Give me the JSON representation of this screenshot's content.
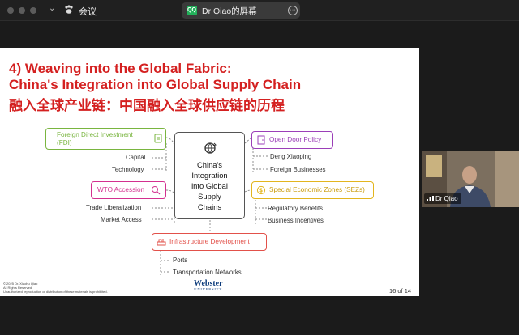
{
  "titlebar": {
    "meeting_label": "会议",
    "share_title": "Dr Qiao的屏幕",
    "share_badge": "QQ",
    "more_icon": "more-horizontal-icon"
  },
  "slide": {
    "title_en_1": "4) Weaving into the Global Fabric:",
    "title_en_2": "China's Integration into Global Supply Chain",
    "title_cn": "融入全球产业链：中国融入全球供应链的历程",
    "center": [
      "China's",
      "Integration",
      "into Global",
      "Supply",
      "Chains"
    ],
    "topics": {
      "fdi": {
        "label_1": "Foreign Direct Investment",
        "label_2": "(FDI)",
        "color": "#79b53f",
        "sub": [
          "Capital",
          "Technology"
        ]
      },
      "wto": {
        "label": "WTO Accession",
        "color": "#d3308f",
        "sub": [
          "Trade Liberalization",
          "Market Access"
        ]
      },
      "infra": {
        "label": "Infrastructure Development",
        "color": "#e2514a",
        "sub": [
          "Ports",
          "Transportation Networks"
        ]
      },
      "open": {
        "label": "Open Door Policy",
        "color": "#9b3fb8",
        "sub": [
          "Deng Xiaoping",
          "Foreign Businesses"
        ]
      },
      "sez": {
        "label": "Special Economic Zones (SEZs)",
        "color": "#e3b51e",
        "sub": [
          "Regulatory Benefits",
          "Business Incentives"
        ]
      }
    },
    "footer": [
      "© 2025 Dr. Xiaohu Qiao",
      "All Rights Reserved.",
      "Unauthorized reproduction or distribution of these materials is prohibited."
    ],
    "logo_main": "Webster",
    "logo_sub": "UNIVERSITY",
    "page": "16 of 14"
  },
  "participant": {
    "name": "Dr Qiao"
  }
}
